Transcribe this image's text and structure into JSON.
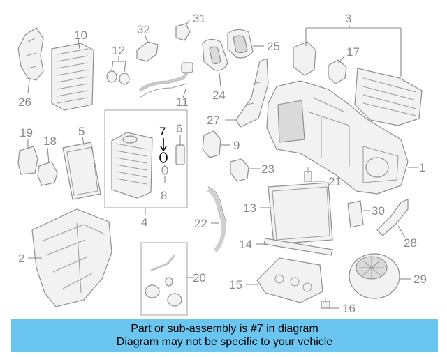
{
  "diagram": {
    "highlight_color": "#000000",
    "part_color": "#8a8a8a",
    "callouts": {
      "c1": "1",
      "c2": "2",
      "c3": "3",
      "c4": "4",
      "c5": "5",
      "c6": "6",
      "c7": "7",
      "c8": "8",
      "c9": "9",
      "c10": "10",
      "c11": "11",
      "c12": "12",
      "c13": "13",
      "c14": "14",
      "c15": "15",
      "c16": "16",
      "c17": "17",
      "c18": "18",
      "c19": "19",
      "c20": "20",
      "c21": "21",
      "c22": "22",
      "c23": "23",
      "c24": "24",
      "c25": "25",
      "c26": "26",
      "c27": "27",
      "c28": "28",
      "c29": "29",
      "c30": "30",
      "c31": "31",
      "c32": "32"
    },
    "highlighted_part": "7"
  },
  "banner": {
    "line1": "Part or sub-assembly is #7 in diagram",
    "line2": "Diagram may not be specific to your vehicle",
    "color": "#6ac6f1"
  }
}
